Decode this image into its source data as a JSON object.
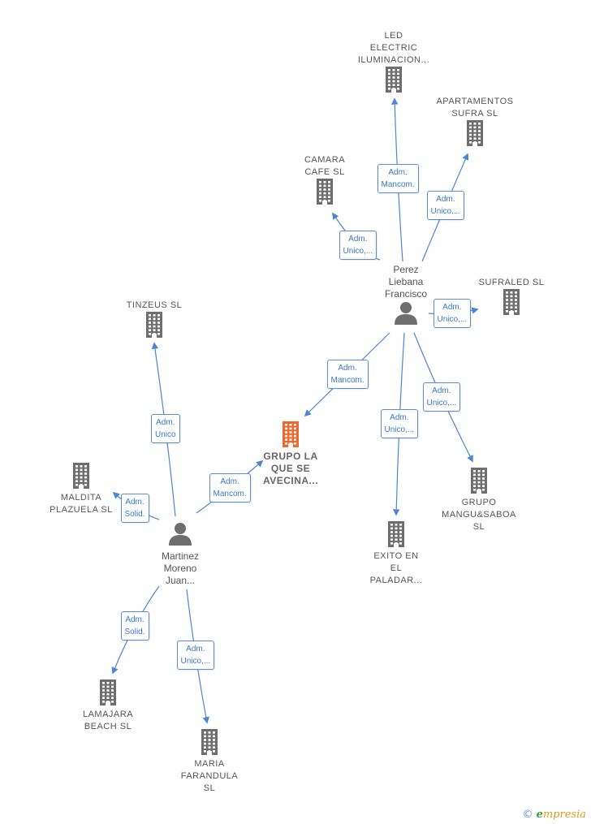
{
  "colors": {
    "edge": "#4a86d4",
    "building": "#6e6e6e",
    "main_building": "#f0662b",
    "person": "#6e6e6e"
  },
  "nodes": {
    "led": {
      "label": "LED\nELECTRIC\nILUMINACION...",
      "kind": "company"
    },
    "apartamentos": {
      "label": "APARTAMENTOS\nSUFRA  SL",
      "kind": "company"
    },
    "camara": {
      "label": "CAMARA\nCAFE  SL",
      "kind": "company"
    },
    "perez": {
      "label": "Perez\nLiebana\nFrancisco",
      "kind": "person"
    },
    "sufraled": {
      "label": "SUFRALED  SL",
      "kind": "company"
    },
    "tinzeus": {
      "label": "TINZEUS  SL",
      "kind": "company"
    },
    "grupo_la": {
      "label": "GRUPO LA\nQUE SE\nAVECINA...",
      "kind": "main"
    },
    "maldita": {
      "label": "MALDITA\nPLAZUELA  SL",
      "kind": "company"
    },
    "martinez": {
      "label": "Martinez\nMoreno\nJuan...",
      "kind": "person"
    },
    "exito": {
      "label": "EXITO EN\nEL\nPALADAR...",
      "kind": "company"
    },
    "mangu": {
      "label": "GRUPO\nMANGU&SABOA\nSL",
      "kind": "company"
    },
    "lamajara": {
      "label": "LAMAJARA\nBEACH  SL",
      "kind": "company"
    },
    "maria": {
      "label": "MARIA\nFARANDULA\nSL",
      "kind": "company"
    }
  },
  "edges": [
    {
      "from": "perez",
      "to": "led",
      "label": "Adm.\nMancom."
    },
    {
      "from": "perez",
      "to": "apartamentos",
      "label": "Adm.\nUnico,..."
    },
    {
      "from": "perez",
      "to": "camara",
      "label": "Adm.\nUnico,..."
    },
    {
      "from": "perez",
      "to": "sufraled",
      "label": "Adm.\nUnico,..."
    },
    {
      "from": "perez",
      "to": "grupo_la",
      "label": "Adm.\nMancom."
    },
    {
      "from": "perez",
      "to": "exito",
      "label": "Adm.\nUnico,..."
    },
    {
      "from": "perez",
      "to": "mangu",
      "label": "Adm.\nUnico,..."
    },
    {
      "from": "martinez",
      "to": "tinzeus",
      "label": "Adm.\nUnico"
    },
    {
      "from": "martinez",
      "to": "grupo_la",
      "label": "Adm.\nMancom."
    },
    {
      "from": "martinez",
      "to": "maldita",
      "label": "Adm.\nSolid."
    },
    {
      "from": "martinez",
      "to": "lamajara",
      "label": "Adm.\nSolid."
    },
    {
      "from": "martinez",
      "to": "maria",
      "label": "Adm.\nUnico,..."
    }
  ],
  "brand": {
    "copyright": "©",
    "name": "mpresia",
    "initial": "e"
  }
}
